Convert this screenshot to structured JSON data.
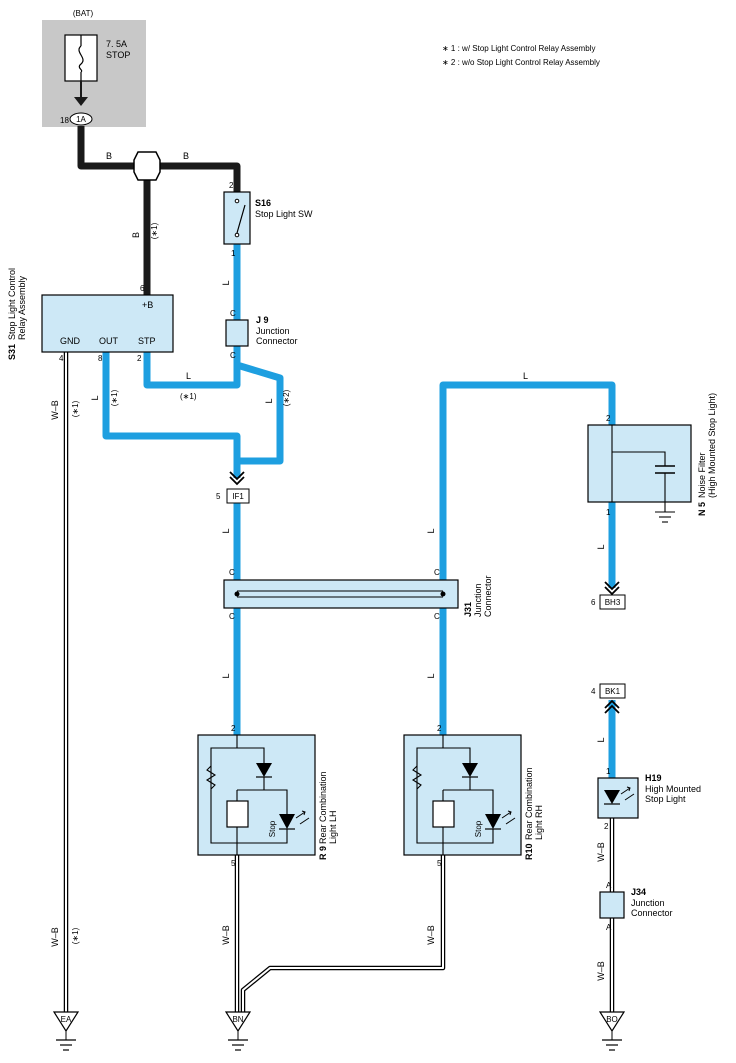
{
  "colors": {
    "wire_L": "#1e9fe0",
    "wire_B": "#1a1a1a",
    "component_fill": "#cde8f6",
    "fuse_box": "#c8c8c8"
  },
  "notes": [
    "∗ 1 : w/ Stop Light Control Relay Assembly",
    "∗ 2 : w/o Stop Light Control Relay Assembly"
  ],
  "fuse": {
    "source": "(BAT)",
    "rating": "7. 5A",
    "name": "STOP",
    "pin": "18",
    "connector": "1A"
  },
  "wire_colors": {
    "B": "B",
    "L": "L",
    "WB": "W–B"
  },
  "tags": {
    "n1": "(∗1)",
    "n2": "(∗2)"
  },
  "pins": {
    "p1": "1",
    "p2": "2",
    "p4": "4",
    "p5": "5",
    "p6": "6",
    "p8": "8",
    "c": "C",
    "a": "A"
  },
  "components": {
    "S16": {
      "code": "S16",
      "name": "Stop Light SW"
    },
    "S31": {
      "code": "S31",
      "name1": "Stop Light Control",
      "name2": "Relay Assembly",
      "plus_b": "+B",
      "gnd": "GND",
      "out": "OUT",
      "stp": "STP"
    },
    "J9": {
      "code": "J 9",
      "name1": "Junction",
      "name2": "Connector"
    },
    "J31": {
      "code": "J31",
      "name1": "Junction",
      "name2": "Connector"
    },
    "N5": {
      "code": "N 5",
      "name1": "Noise Filter",
      "name2": "(High Mounted Stop Light)"
    },
    "R9": {
      "code": "R 9",
      "name1": "Rear Combination",
      "name2": "Light LH",
      "stop": "Stop"
    },
    "R10": {
      "code": "R10",
      "name1": "Rear Combination",
      "name2": "Light RH",
      "stop": "Stop"
    },
    "H19": {
      "code": "H19",
      "name1": "High Mounted",
      "name2": "Stop Light"
    },
    "J34": {
      "code": "J34",
      "name1": "Junction",
      "name2": "Connector"
    }
  },
  "connectors": {
    "IF1": "IF1",
    "BH3": "BH3",
    "BK1": "BK1"
  },
  "grounds": {
    "EA": "EA",
    "BN": "BN",
    "BO": "BO"
  }
}
